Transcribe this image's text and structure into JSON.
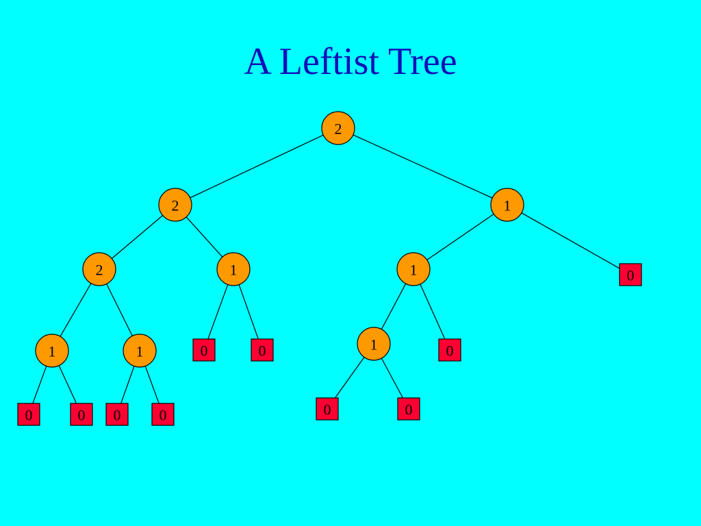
{
  "slide": {
    "title": "A Leftist Tree",
    "colors": {
      "background": "#00FFFF",
      "title": "#1010B8",
      "internal_node": "#FF9900",
      "external_node": "#FF0033"
    }
  },
  "tree": {
    "nodes": [
      {
        "id": "n0",
        "kind": "internal",
        "label": "2"
      },
      {
        "id": "n1",
        "kind": "internal",
        "label": "2"
      },
      {
        "id": "n2",
        "kind": "internal",
        "label": "1"
      },
      {
        "id": "n3",
        "kind": "internal",
        "label": "2"
      },
      {
        "id": "n4",
        "kind": "internal",
        "label": "1"
      },
      {
        "id": "n5",
        "kind": "internal",
        "label": "1"
      },
      {
        "id": "n6",
        "kind": "external",
        "label": "0"
      },
      {
        "id": "n7",
        "kind": "internal",
        "label": "1"
      },
      {
        "id": "n8",
        "kind": "internal",
        "label": "1"
      },
      {
        "id": "n9",
        "kind": "external",
        "label": "0"
      },
      {
        "id": "n10",
        "kind": "external",
        "label": "0"
      },
      {
        "id": "n11",
        "kind": "internal",
        "label": "1"
      },
      {
        "id": "n12",
        "kind": "external",
        "label": "0"
      },
      {
        "id": "n13",
        "kind": "external",
        "label": "0"
      },
      {
        "id": "n14",
        "kind": "external",
        "label": "0"
      },
      {
        "id": "n15",
        "kind": "external",
        "label": "0"
      },
      {
        "id": "n16",
        "kind": "external",
        "label": "0"
      },
      {
        "id": "n17",
        "kind": "external",
        "label": "0"
      },
      {
        "id": "n18",
        "kind": "external",
        "label": "0"
      }
    ],
    "edges": [
      [
        "n0",
        "n1"
      ],
      [
        "n0",
        "n2"
      ],
      [
        "n1",
        "n3"
      ],
      [
        "n1",
        "n4"
      ],
      [
        "n2",
        "n5"
      ],
      [
        "n2",
        "n6"
      ],
      [
        "n3",
        "n7"
      ],
      [
        "n3",
        "n8"
      ],
      [
        "n4",
        "n9"
      ],
      [
        "n4",
        "n10"
      ],
      [
        "n5",
        "n11"
      ],
      [
        "n5",
        "n12"
      ],
      [
        "n7",
        "n13"
      ],
      [
        "n7",
        "n14"
      ],
      [
        "n8",
        "n15"
      ],
      [
        "n8",
        "n16"
      ],
      [
        "n11",
        "n17"
      ],
      [
        "n11",
        "n18"
      ]
    ]
  }
}
